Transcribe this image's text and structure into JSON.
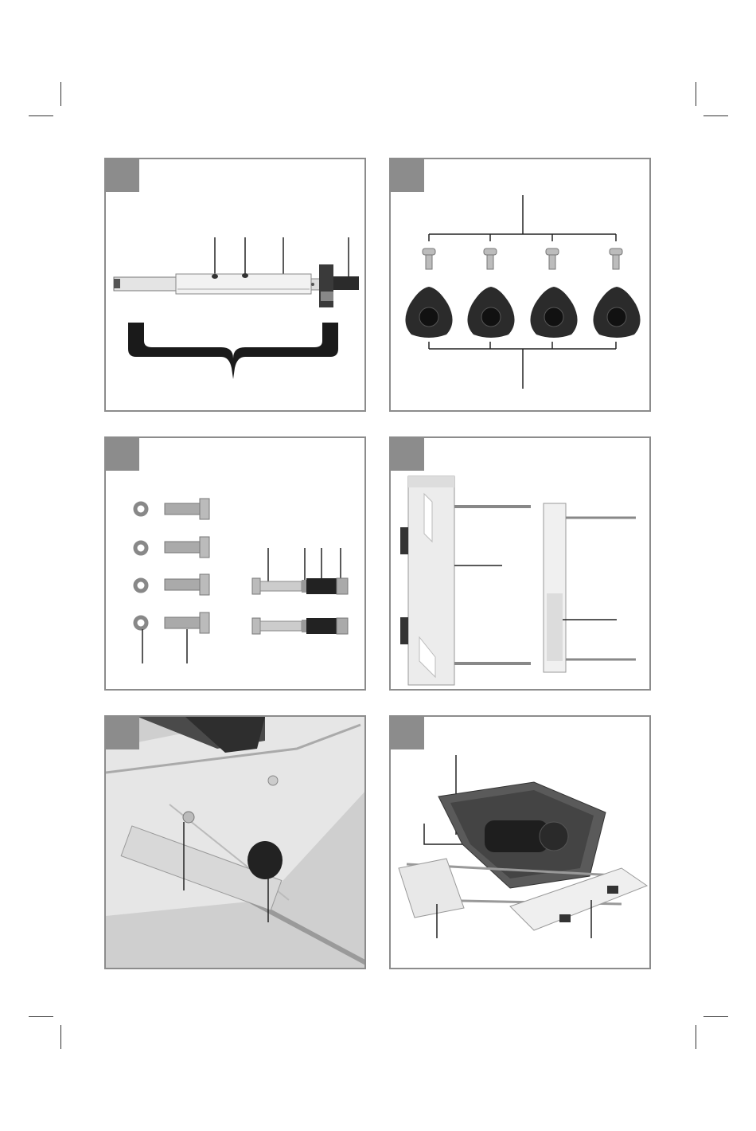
{
  "page": {
    "panels": [
      {
        "id": "1",
        "label": "",
        "subject": "rip-fence"
      },
      {
        "id": "2",
        "label": "",
        "subject": "feet-and-screws"
      },
      {
        "id": "3",
        "label": "",
        "subject": "bolts-washers-nuts"
      },
      {
        "id": "4",
        "label": "",
        "subject": "extension-rails"
      },
      {
        "id": "5",
        "label": "",
        "subject": "table-underside-detail"
      },
      {
        "id": "6",
        "label": "",
        "subject": "saw-base-with-extensions"
      }
    ]
  },
  "colors": {
    "frame": "#8c8c8c",
    "badge": "#8c8c8c",
    "rubber": "#2b2b2b",
    "metal": "#b8b8b8",
    "housing": "#5a5a5a"
  }
}
